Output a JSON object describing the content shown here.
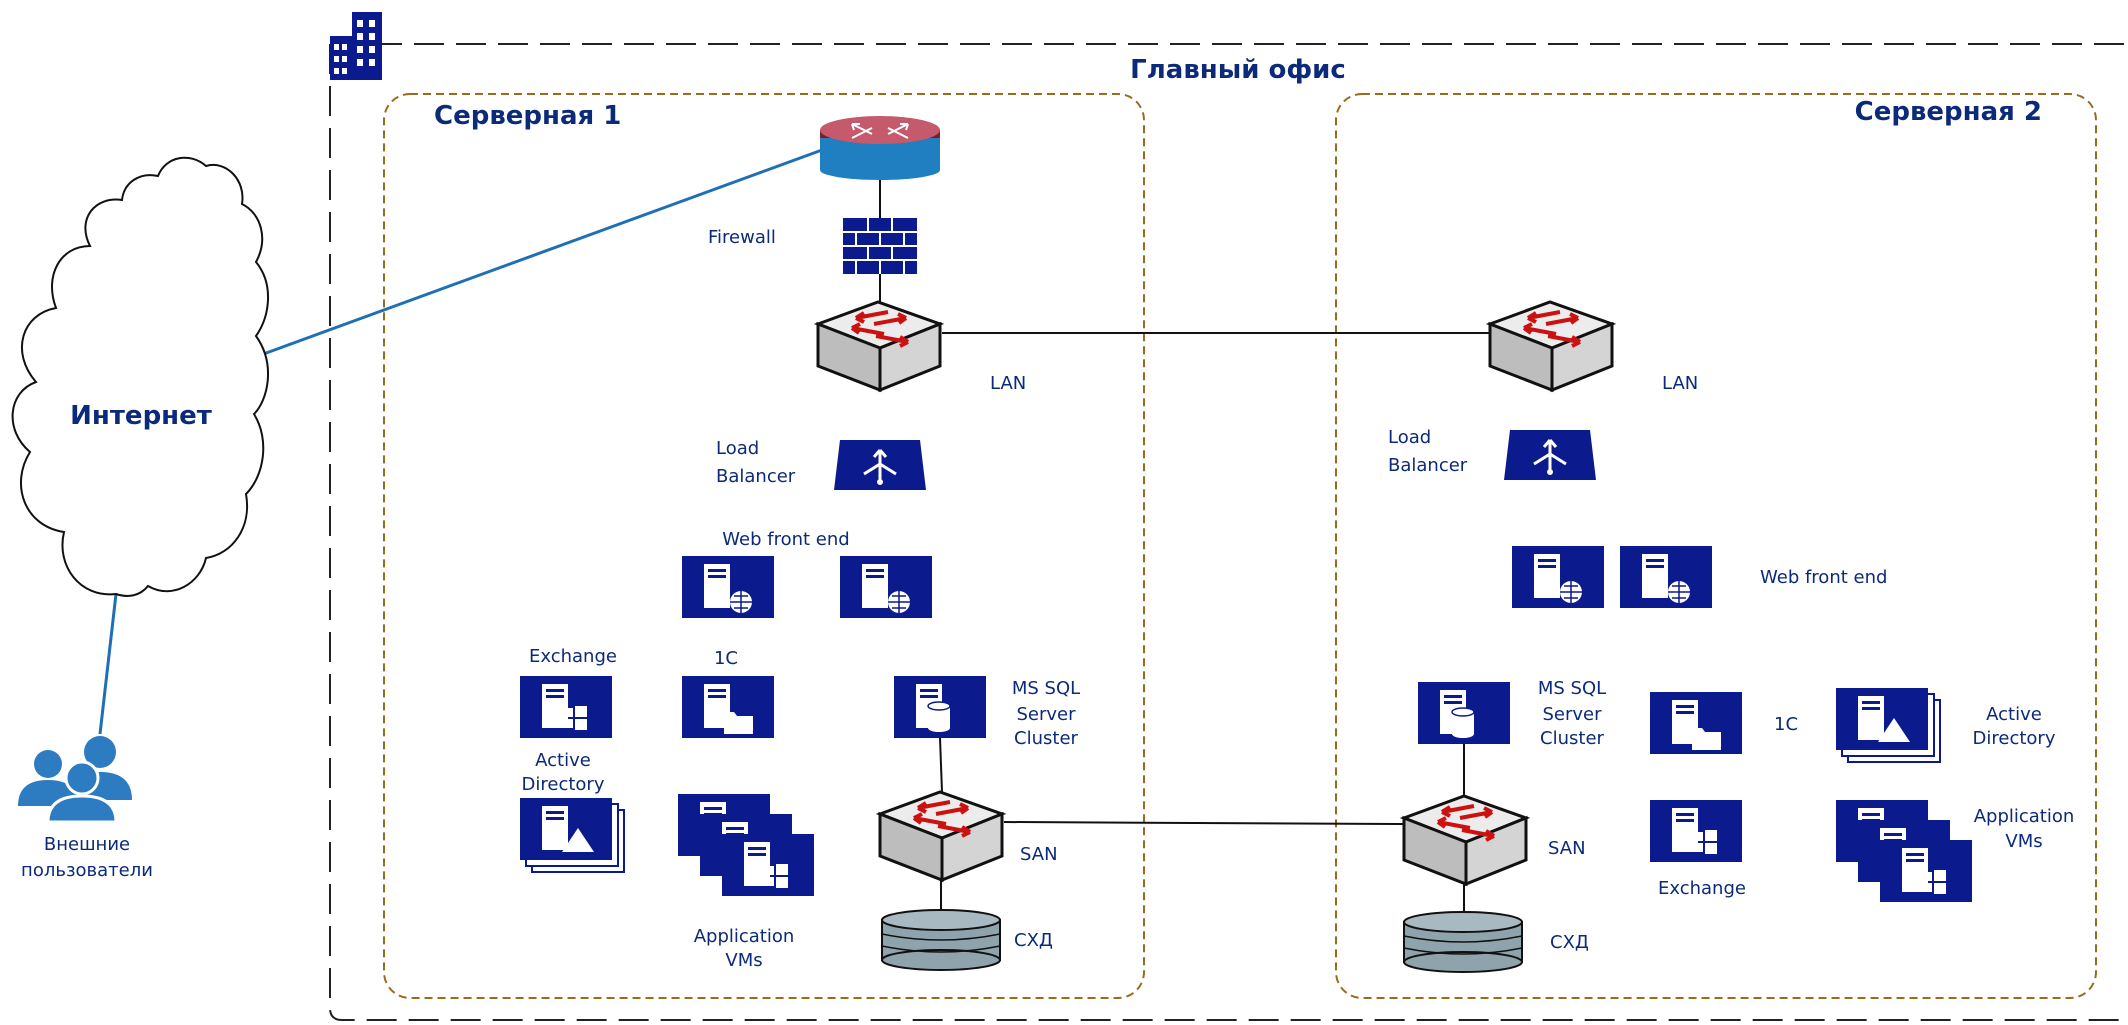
{
  "headers": {
    "main_office": "Главный офис",
    "server_room_1": "Серверная 1",
    "server_room_2": "Серверная 2"
  },
  "internet": {
    "label": "Интернет"
  },
  "external_users": {
    "line1": "Внешние",
    "line2": "пользователи"
  },
  "room1": {
    "firewall": "Firewall",
    "lan": "LAN",
    "lb_line1": "Load",
    "lb_line2": "Balancer",
    "web_front_end": "Web front end",
    "exchange": "Exchange",
    "onec": "1C",
    "ad_line1": "Active",
    "ad_line2": "Directory",
    "sql_line1": "MS SQL",
    "sql_line2": "Server",
    "sql_line3": "Cluster",
    "san": "SAN",
    "storage": "СХД",
    "vms_line1": "Application",
    "vms_line2": "VMs"
  },
  "room2": {
    "lan": "LAN",
    "lb_line1": "Load",
    "lb_line2": "Balancer",
    "web_front_end": "Web front end",
    "sql_line1": "MS SQL",
    "sql_line2": "Server",
    "sql_line3": "Cluster",
    "onec": "1C",
    "ad_line1": "Active",
    "ad_line2": "Directory",
    "san": "SAN",
    "exchange": "Exchange",
    "vms_line1": "Application",
    "vms_line2": "VMs",
    "storage": "СХД"
  },
  "colors": {
    "navy": "#0b1a8c",
    "text": "#0b2a7a",
    "link_internet": "#1f6fb5",
    "border_main": "#222222",
    "border_room": "#9a6a1e",
    "router_top": "#c45a6b",
    "router_base": "#1f7fc1",
    "switch_body": "#d8d8d8",
    "arrow_red": "#cc1111",
    "storage": "#8fa3ad",
    "users": "#2d7cc1"
  }
}
